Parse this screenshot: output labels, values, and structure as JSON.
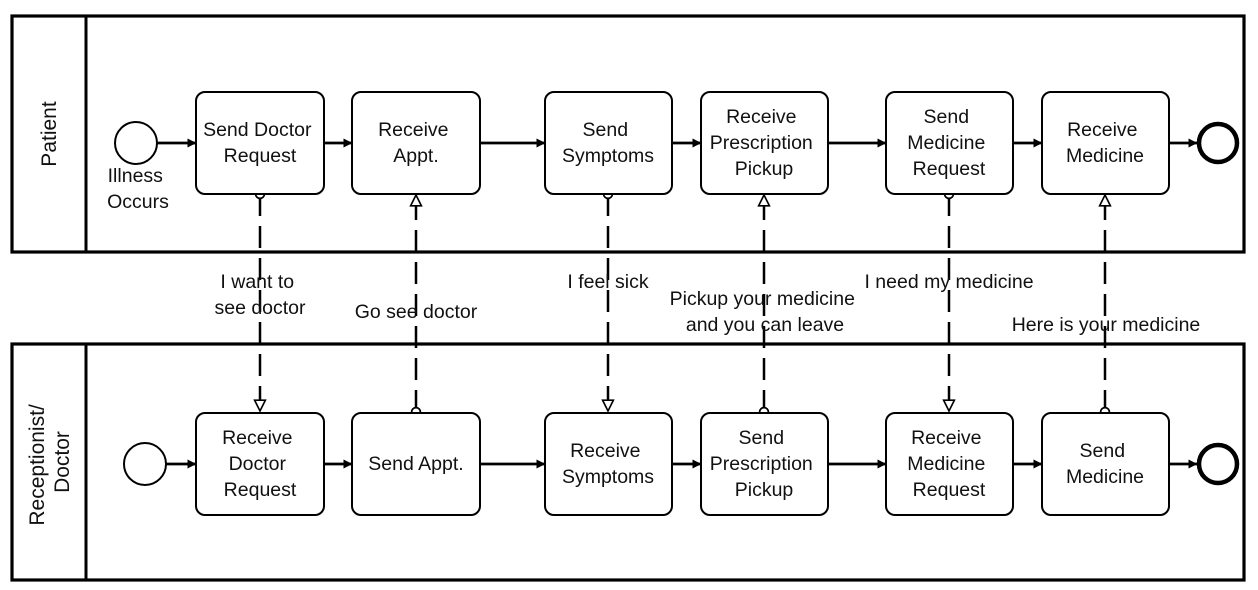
{
  "pools": [
    {
      "id": "patient",
      "label_lines": [
        "Patient"
      ],
      "start_event_label_lines": [
        "Illness",
        "Occurs"
      ],
      "tasks": [
        {
          "id": "p1",
          "lines": [
            "Send Doctor",
            "Request"
          ]
        },
        {
          "id": "p2",
          "lines": [
            "Receive",
            "Appt."
          ]
        },
        {
          "id": "p3",
          "lines": [
            "Send",
            "Symptoms"
          ]
        },
        {
          "id": "p4",
          "lines": [
            "Receive",
            "Prescription",
            "Pickup"
          ]
        },
        {
          "id": "p5",
          "lines": [
            "Send",
            "Medicine",
            "Request"
          ]
        },
        {
          "id": "p6",
          "lines": [
            "Receive",
            "Medicine"
          ]
        }
      ]
    },
    {
      "id": "receptionist",
      "label_lines": [
        "Receptionist/",
        "Doctor"
      ],
      "start_event_label_lines": [],
      "tasks": [
        {
          "id": "r1",
          "lines": [
            "Receive",
            "Doctor",
            "Request"
          ]
        },
        {
          "id": "r2",
          "lines": [
            "Send Appt."
          ]
        },
        {
          "id": "r3",
          "lines": [
            "Receive",
            "Symptoms"
          ]
        },
        {
          "id": "r4",
          "lines": [
            "Send",
            "Prescription",
            "Pickup"
          ]
        },
        {
          "id": "r5",
          "lines": [
            "Receive",
            "Medicine",
            "Request"
          ]
        },
        {
          "id": "r6",
          "lines": [
            "Send",
            "Medicine"
          ]
        }
      ]
    }
  ],
  "message_flows": [
    {
      "from": "p1",
      "to": "r1",
      "lines": [
        "I want to",
        "see doctor"
      ]
    },
    {
      "from": "r2",
      "to": "p2",
      "lines": [
        "Go see doctor"
      ]
    },
    {
      "from": "p3",
      "to": "r3",
      "lines": [
        "I feel sick"
      ]
    },
    {
      "from": "r4",
      "to": "p4",
      "lines": [
        "Pickup your medicine",
        "and you can leave"
      ]
    },
    {
      "from": "p5",
      "to": "r5",
      "lines": [
        "I need my medicine"
      ]
    },
    {
      "from": "r6",
      "to": "p6",
      "lines": [
        "Here is your medicine"
      ]
    }
  ]
}
